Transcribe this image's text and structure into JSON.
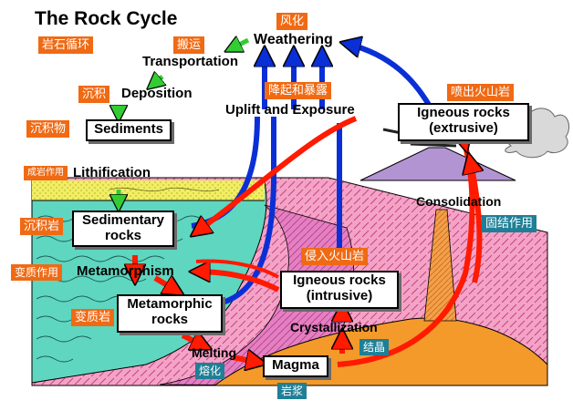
{
  "title": "The Rock Cycle",
  "chinese_title": "岩石循环",
  "process_labels": {
    "weathering": "Weathering",
    "transportation": "Transportation",
    "deposition": "Deposition",
    "lithification": "Lithification",
    "uplift": "Uplift and Exposure",
    "metamorphism": "Metamorphism",
    "melting": "Melting",
    "crystallization": "Crystallization",
    "consolidation": "Consolidation"
  },
  "boxes": {
    "sediments": "Sediments",
    "sedimentary": "Sedimentary\nrocks",
    "metamorphic": "Metamorphic\nrocks",
    "magma": "Magma",
    "igneous_intrusive": "Igneous rocks\n(intrusive)",
    "igneous_extrusive": "Igneous rocks\n(extrusive)"
  },
  "chinese_tags": {
    "weathering": "风化",
    "transportation": "搬运",
    "deposition": "沉积",
    "sediments": "沉积物",
    "lithification": "成岩作用",
    "sedimentary": "沉积岩",
    "metamorphism": "变质作用",
    "metamorphic": "变质岩",
    "melting": "熔化",
    "magma": "岩浆",
    "crystallization": "结晶",
    "uplift": "降起和暴露",
    "intrusive": "侵入火山岩",
    "extrusive": "喷出火山岩",
    "consolidation": "固结作用"
  },
  "colors": {
    "red_arrow": "#ff1a00",
    "blue_arrow": "#0a2fd6",
    "green_arrow": "#33cc33",
    "sea": "#5fd6c0",
    "sand": "#f2ee62",
    "metamorphic_zone": "#e57fc1",
    "crust": "#f4a3c6",
    "magma": "#f39a2a",
    "tag_orange": "#f06a14",
    "tag_teal": "#1f7f96"
  }
}
